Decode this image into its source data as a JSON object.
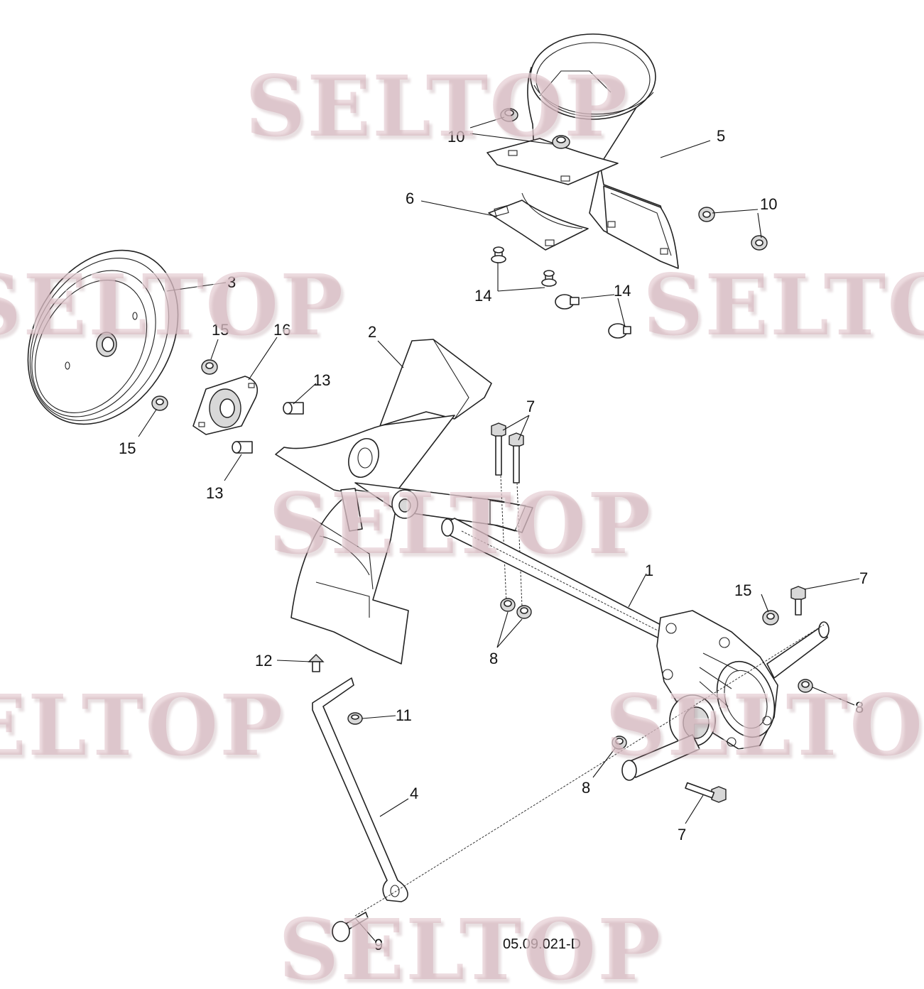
{
  "watermark": {
    "text": "SELTOP",
    "color": "#c896a0"
  },
  "callouts": [
    {
      "id": "c10a",
      "label": "10"
    },
    {
      "id": "c5",
      "label": "5"
    },
    {
      "id": "c6",
      "label": "6"
    },
    {
      "id": "c10b",
      "label": "10"
    },
    {
      "id": "c3",
      "label": "3"
    },
    {
      "id": "c14a",
      "label": "14"
    },
    {
      "id": "c14b",
      "label": "14"
    },
    {
      "id": "c15a",
      "label": "15"
    },
    {
      "id": "c16",
      "label": "16"
    },
    {
      "id": "c2",
      "label": "2"
    },
    {
      "id": "c13a",
      "label": "13"
    },
    {
      "id": "c7a",
      "label": "7"
    },
    {
      "id": "c15b",
      "label": "15"
    },
    {
      "id": "c13b",
      "label": "13"
    },
    {
      "id": "c1",
      "label": "1"
    },
    {
      "id": "c15c",
      "label": "15"
    },
    {
      "id": "c7b",
      "label": "7"
    },
    {
      "id": "c8a",
      "label": "8"
    },
    {
      "id": "c12",
      "label": "12"
    },
    {
      "id": "c11",
      "label": "11"
    },
    {
      "id": "c8b",
      "label": "8"
    },
    {
      "id": "c8c",
      "label": "8"
    },
    {
      "id": "c4",
      "label": "4"
    },
    {
      "id": "c7c",
      "label": "7"
    },
    {
      "id": "c9",
      "label": "9"
    }
  ],
  "diagram_ref": "05.09.021-D"
}
